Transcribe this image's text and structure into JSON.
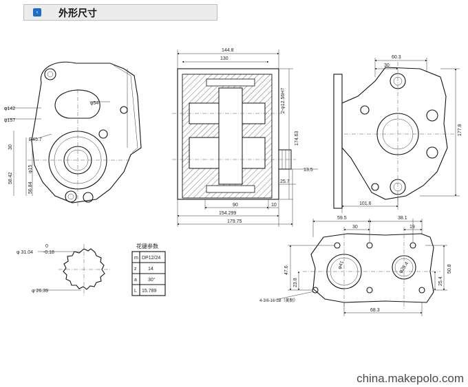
{
  "header": {
    "icon": "chevron-left-icon",
    "icon_glyph": "‹",
    "title": "外形尺寸"
  },
  "front_view": {
    "dims": [
      "φ142",
      "φ157",
      "φ54",
      "R45.7",
      "30",
      "58.42",
      "56.84",
      "φ15"
    ]
  },
  "section_view": {
    "dims": [
      "144.8",
      "130",
      "2-φ12.56H7",
      "174.63",
      "13.5",
      "25.7",
      "90",
      "10",
      "154.299",
      "179.75"
    ]
  },
  "side_view": {
    "dims": [
      "60.3",
      "30",
      "177.8",
      "101.6"
    ]
  },
  "spline": {
    "dims": [
      "φ 31.04",
      "0",
      "-0.18",
      "φ 26.39"
    ],
    "table_title": "花键参数",
    "rows": [
      {
        "k": "m",
        "v": "DP12/24"
      },
      {
        "k": "z",
        "v": "14"
      },
      {
        "k": "a",
        "v": "30°"
      },
      {
        "k": "L",
        "v": "15.789"
      }
    ]
  },
  "flange_view": {
    "dims": [
      "59.5",
      "38.1",
      "30",
      "19",
      "47.6",
      "23.8",
      "φ41",
      "φ25.4",
      "50.8",
      "25.4",
      "68.3"
    ],
    "note": "4-3/8-16-2B（美制）"
  },
  "watermark": "china.makepolo.com"
}
